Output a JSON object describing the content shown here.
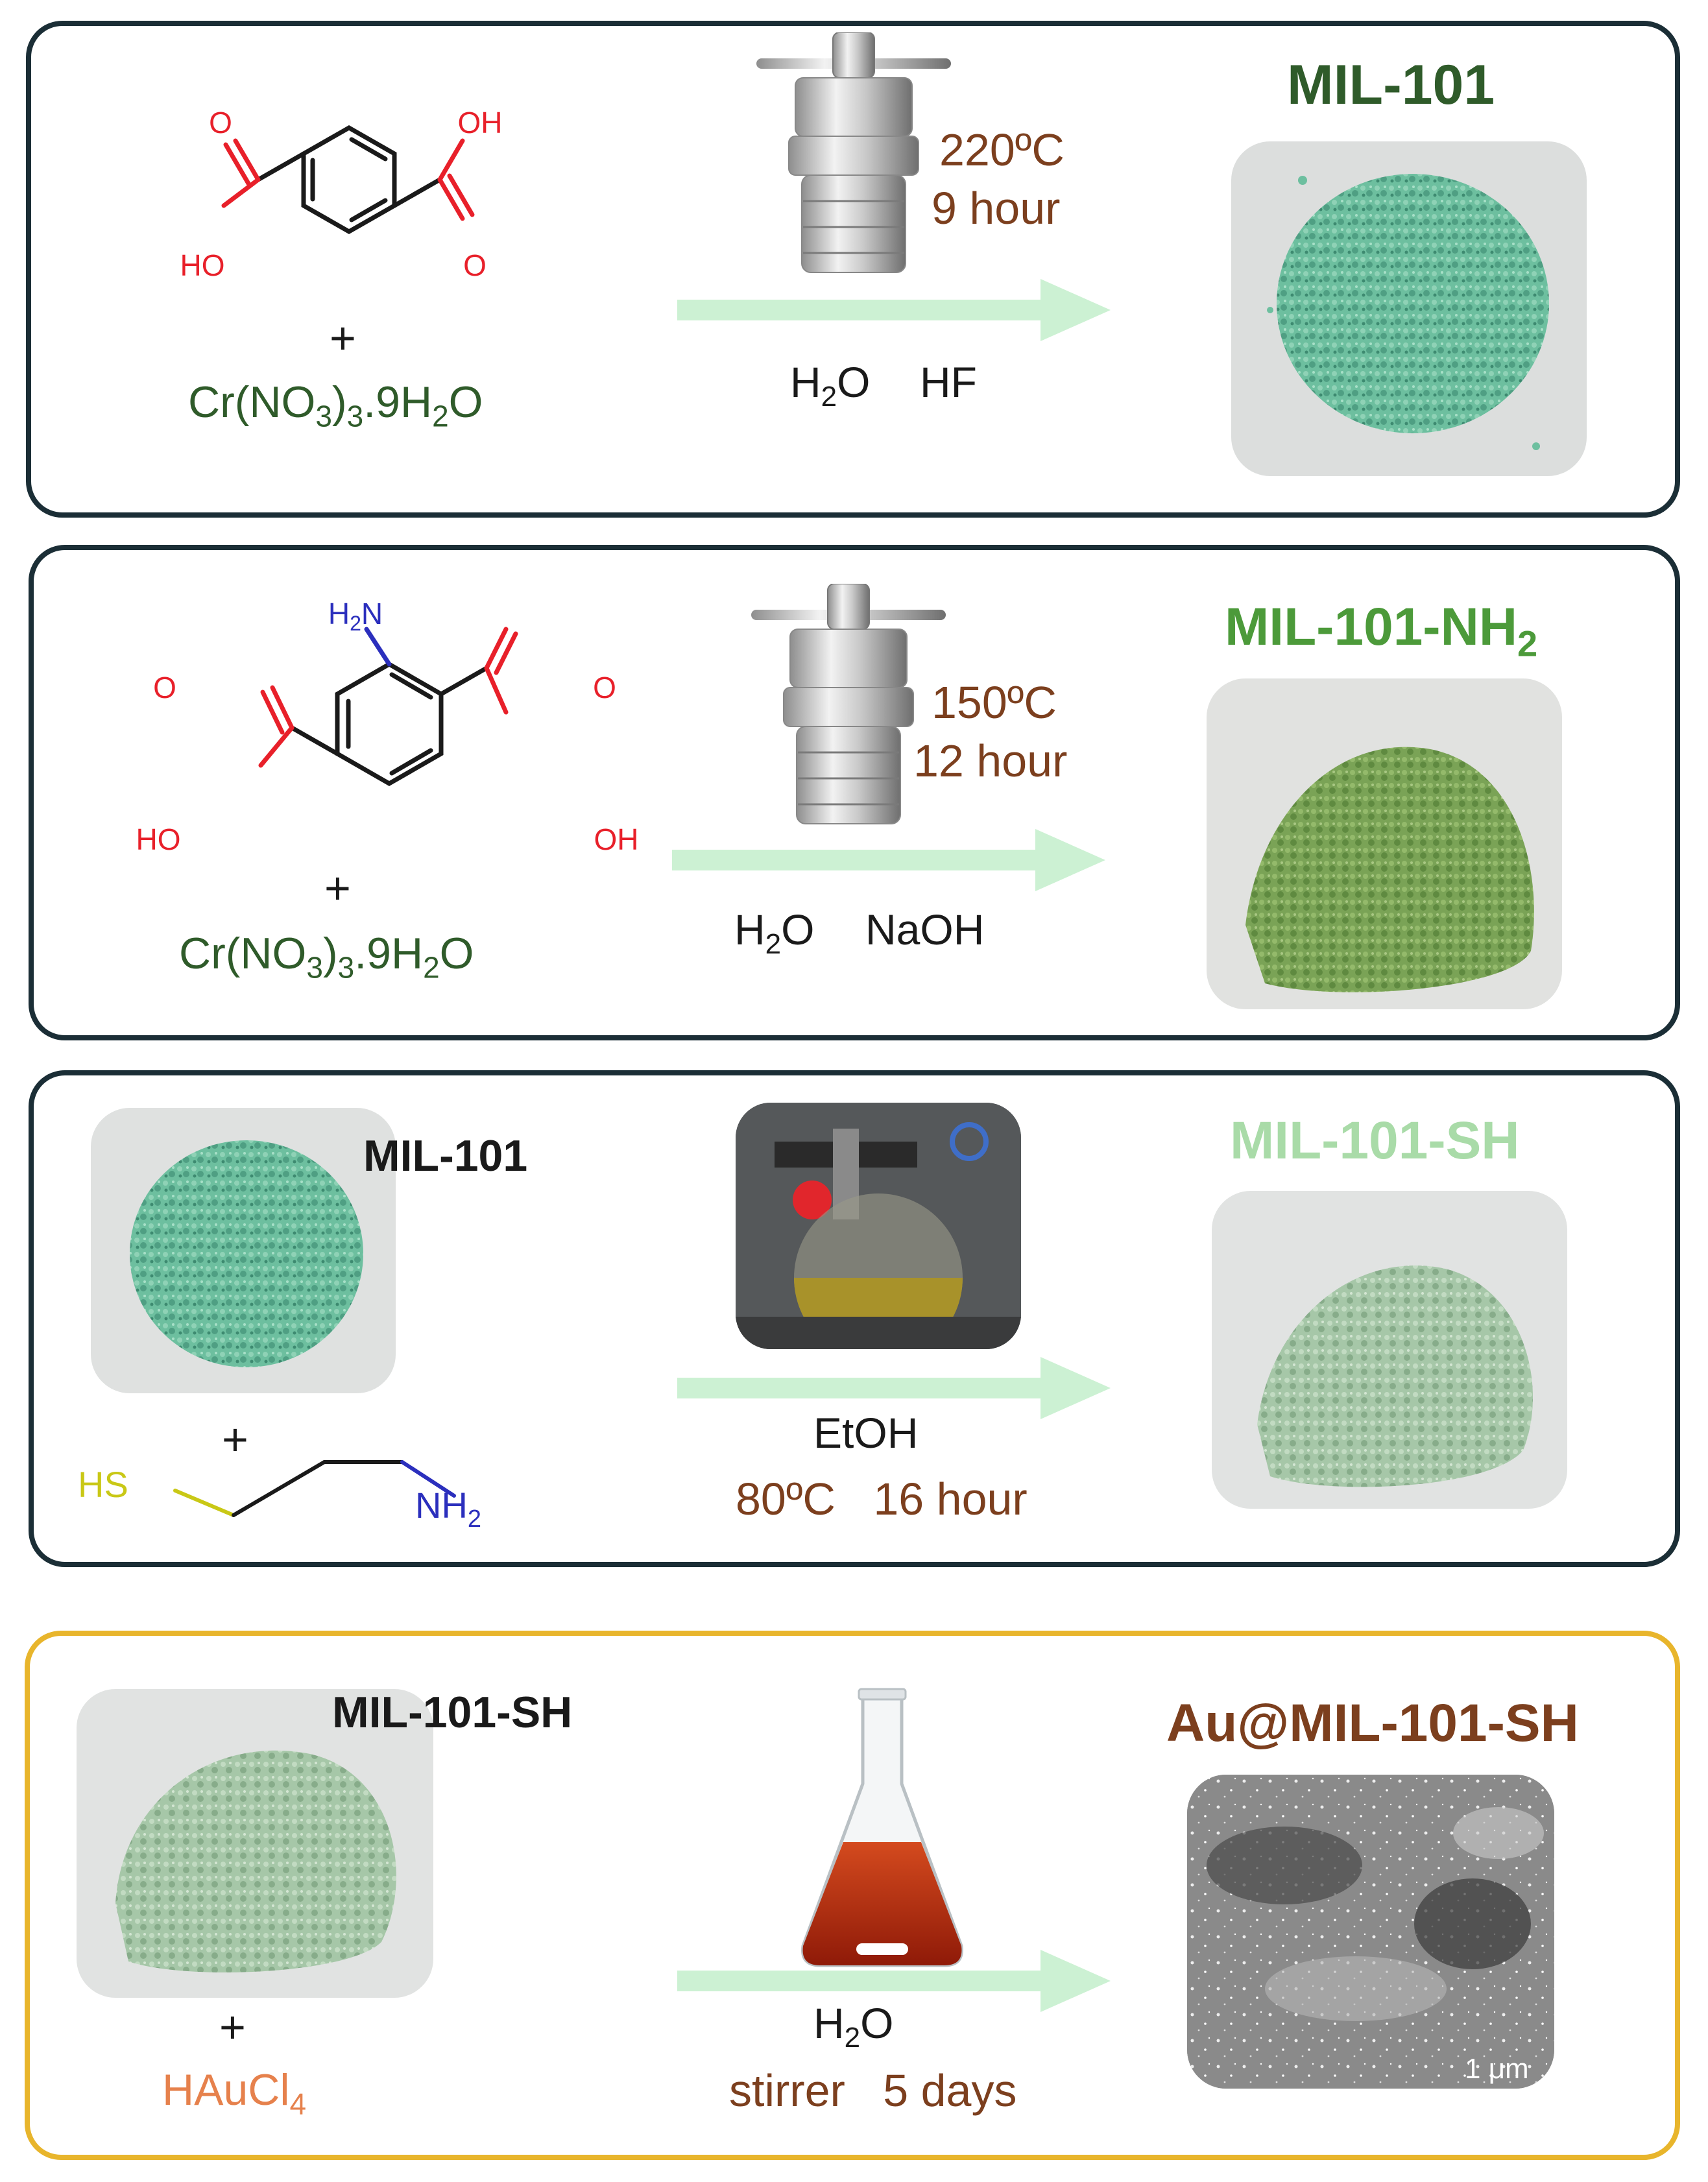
{
  "colors": {
    "panel_border": "#1b2e36",
    "panel4_border": "#e8b52c",
    "arrow": "#ccf1d3",
    "oxygen_red": "#e8202a",
    "nitrogen_blue": "#2b2fbd",
    "sulfur_yellow": "#c9c816",
    "bond_black": "#1a1a1a",
    "dark_green": "#2f5b2a",
    "mid_green": "#4c9a3a",
    "light_green": "#a9dba8",
    "brown": "#7c3f1e",
    "orange": "#e6814c"
  },
  "panel1": {
    "terephthalic": {
      "oh_top": "OH",
      "o_top_left": "O",
      "ho_bottom": "HO",
      "o_bottom_right": "O"
    },
    "plus": "+",
    "salt": {
      "a": "Cr(NO",
      "a_sub": "3",
      "b": ")",
      "b_sub": "3",
      "c": ".9H",
      "c_sub": "2",
      "d": "O"
    },
    "cond_temp": "220ºC",
    "cond_time": "9 hour",
    "solvent": {
      "h": "H",
      "h_sub": "2",
      "o": "O",
      "additive": "HF"
    },
    "product": "MIL-101"
  },
  "panel2": {
    "amino_acid": {
      "h2n_h": "H",
      "h2n_sub": "2",
      "h2n_n": "N",
      "o_left": "O",
      "o_right": "O",
      "ho": "HO",
      "oh": "OH"
    },
    "plus": "+",
    "salt": {
      "a": "Cr(NO",
      "a_sub": "3",
      "b": ")",
      "b_sub": "3",
      "c": ".9H",
      "c_sub": "2",
      "d": "O"
    },
    "cond_temp": "150ºC",
    "cond_time": "12 hour",
    "solvent": {
      "h": "H",
      "h_sub": "2",
      "o": "O",
      "additive": "NaOH"
    },
    "product": {
      "main": "MIL-101-NH",
      "sub": "2"
    }
  },
  "panel3": {
    "reagent_label": "MIL-101",
    "plus": "+",
    "cysteamine": {
      "hs": "HS",
      "nh": "NH",
      "nh_sub": "2"
    },
    "solvent": "EtOH",
    "cond": "80ºC   16 hour",
    "product": "MIL-101-SH"
  },
  "panel4": {
    "reagent_label": "MIL-101-SH",
    "plus": "+",
    "gold_salt": {
      "main": "HAuCl",
      "sub": "4"
    },
    "solvent": {
      "h": "H",
      "h_sub": "2",
      "o": "O"
    },
    "cond": "stirrer   5 days",
    "product": "Au@MIL-101-SH",
    "scale_bar": "1 μm"
  }
}
